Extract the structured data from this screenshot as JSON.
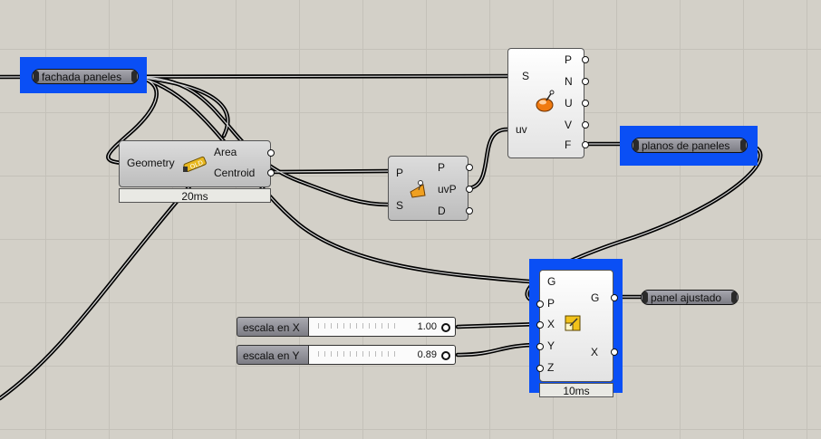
{
  "params": {
    "fachada": {
      "label": "fachada paneles"
    },
    "planos": {
      "label": "planos de paneles"
    },
    "panel": {
      "label": "panel ajustado"
    }
  },
  "area": {
    "icon": "area-old-icon",
    "inputs": [
      "Geometry"
    ],
    "outputs": [
      "Area",
      "Centroid"
    ],
    "timer": "20ms"
  },
  "surface_cp": {
    "icon": "surface-closest-point-icon",
    "inputs": [
      "P",
      "S"
    ],
    "outputs": [
      "P",
      "uvP",
      "D"
    ]
  },
  "evaluate_surface": {
    "icon": "evaluate-surface-icon",
    "inputs": [
      "S",
      "uv"
    ],
    "outputs": [
      "P",
      "N",
      "U",
      "V",
      "F"
    ]
  },
  "scale_nu": {
    "icon": "scale-nu-icon",
    "inputs": [
      "G",
      "P",
      "X",
      "Y",
      "Z"
    ],
    "outputs": [
      "G",
      "X"
    ],
    "timer": "10ms"
  },
  "sliders": [
    {
      "label": "escala en X",
      "value": "1.00"
    },
    {
      "label": "escala en Y",
      "value": "0.89"
    }
  ],
  "colors": {
    "canvas": "#d3d0c8",
    "selection": "#0a4ff5",
    "wire": "#000000"
  }
}
